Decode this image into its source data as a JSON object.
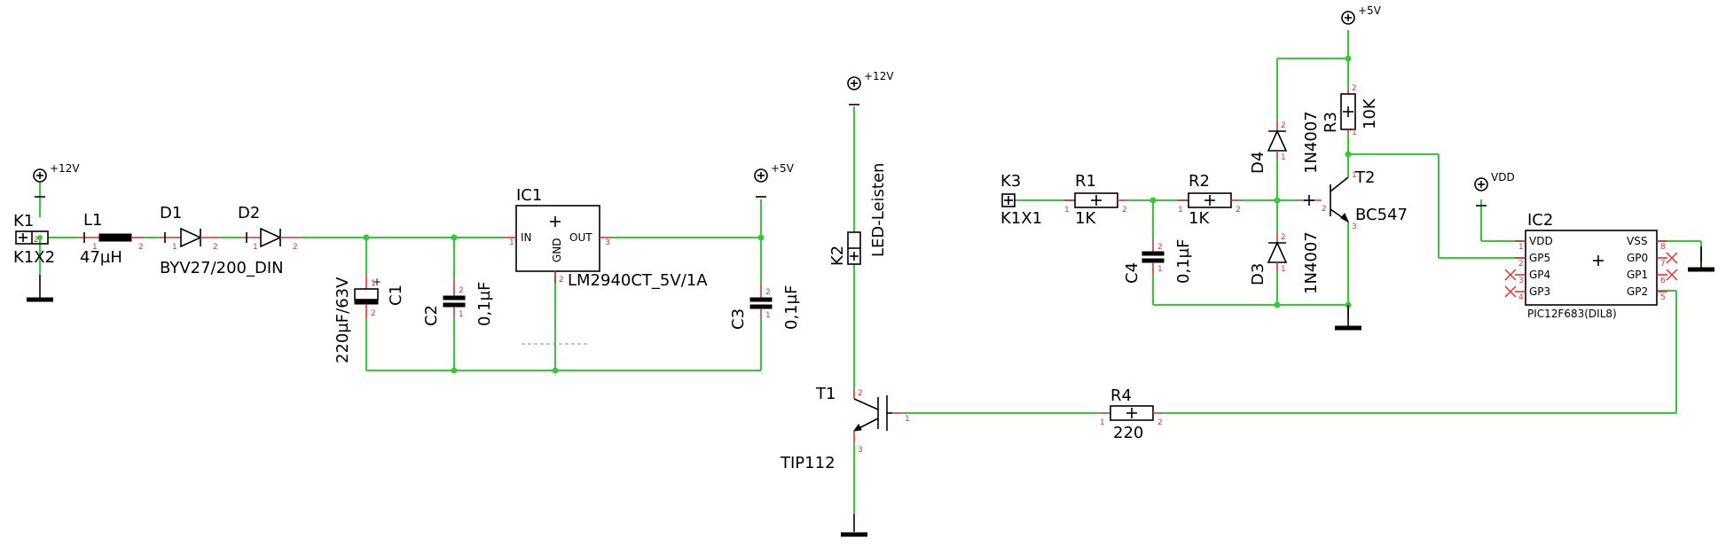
{
  "power": {
    "p12v": "+12V",
    "p5v": "+5V",
    "vdd": "VDD"
  },
  "parts": {
    "K1": {
      "name": "K1",
      "value": "K1X2"
    },
    "L1": {
      "name": "L1",
      "value": "47µH"
    },
    "D1": {
      "name": "D1"
    },
    "D2": {
      "name": "D2",
      "value": "BYV27/200_DIN"
    },
    "IC1": {
      "name": "IC1",
      "value": "LM2940CT_5V/1A",
      "pins": {
        "in": "IN",
        "out": "OUT",
        "gnd": "GND"
      }
    },
    "C1": {
      "name": "C1",
      "value": "220µF/63V"
    },
    "C2": {
      "name": "C2",
      "value": "0,1µF"
    },
    "C3": {
      "name": "C3",
      "value": "0,1µF"
    },
    "K2": {
      "name": "K2",
      "value": "LED-Leisten"
    },
    "T1": {
      "name": "T1",
      "value": "TIP112"
    },
    "R4": {
      "name": "R4",
      "value": "220"
    },
    "K3": {
      "name": "K3",
      "value": "K1X1"
    },
    "R1": {
      "name": "R1",
      "value": "1K"
    },
    "R2": {
      "name": "R2",
      "value": "1K"
    },
    "C4": {
      "name": "C4",
      "value": "0,1µF"
    },
    "D3": {
      "name": "D3",
      "value": "1N4007"
    },
    "D4": {
      "name": "D4",
      "value": "1N4007"
    },
    "R3": {
      "name": "R3",
      "value": "10K"
    },
    "T2": {
      "name": "T2",
      "value": "BC547"
    },
    "IC2": {
      "name": "IC2",
      "value": "PIC12F683(DIL8)",
      "pins": {
        "vdd": "VDD",
        "gp5": "GP5",
        "gp4": "GP4",
        "gp3": "GP3",
        "vss": "VSS",
        "gp0": "GP0",
        "gp1": "GP1",
        "gp2": "GP2"
      }
    }
  },
  "pin_numbers": {
    "n1": "1",
    "n2": "2",
    "n3": "3",
    "n4": "4",
    "n5": "5",
    "n6": "6",
    "n7": "7",
    "n8": "8"
  }
}
